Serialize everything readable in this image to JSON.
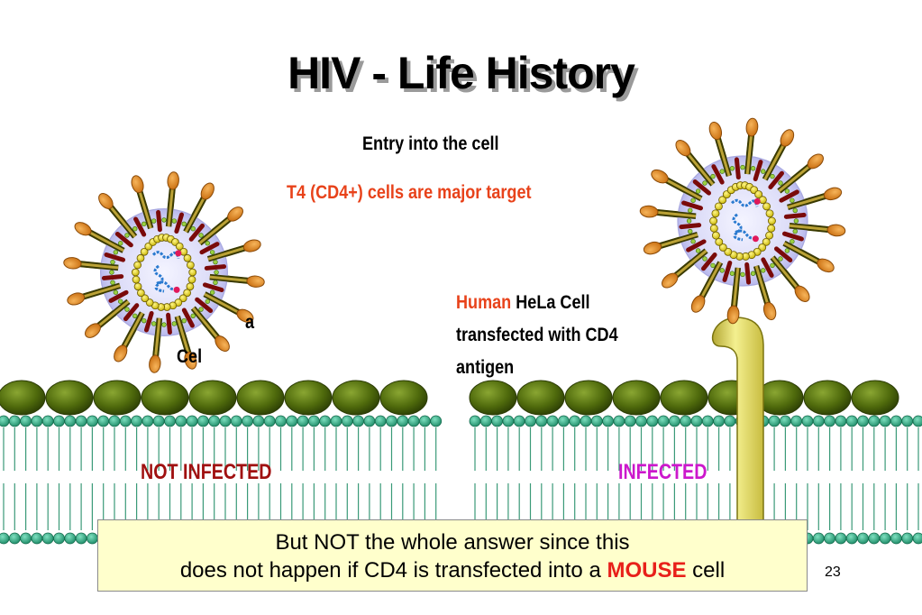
{
  "slide": {
    "title": "HIV -  Life History",
    "entry_text": "Entry into the cell",
    "target_text": "T4 (CD4+) cells are major target",
    "hela": {
      "line1_red": "Human",
      "line1_rest": " HeLa Cell",
      "line2": "transfected with CD4",
      "line3": "antigen"
    },
    "left_partial_1": "a",
    "left_partial_2": "Cel",
    "not_infected": "NOT INFECTED",
    "infected": "INFECTED",
    "note": {
      "line1": "But NOT the whole answer since this",
      "line2_prefix": "does not happen if CD4 is transfected into a ",
      "line2_highlight": "MOUSE",
      "line2_suffix": " cell"
    },
    "page_number": "23"
  },
  "colors": {
    "not_infected": "#a01010",
    "infected": "#cc18cc",
    "human": "#e8421a",
    "mouse": "#e8201a",
    "membrane_head": "#2ea882",
    "protein": "#4e6a08",
    "receptor": "#e6e070",
    "virus_halo": "#c8c8f0"
  }
}
